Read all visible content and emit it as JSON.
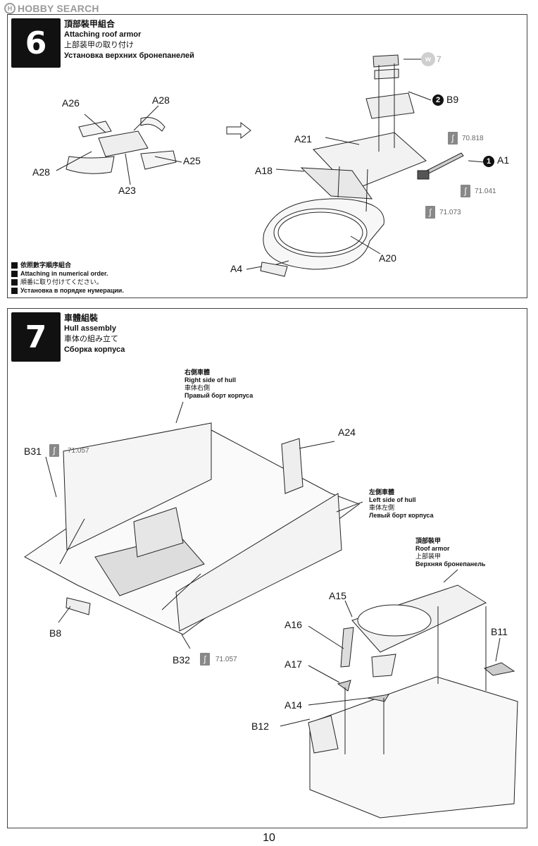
{
  "watermark": {
    "logo": "H",
    "text": "HOBBY SEARCH"
  },
  "step6": {
    "number": "6",
    "title_zh": "頂部裝甲組合",
    "title_en": "Attaching roof armor",
    "title_ja": "上部装甲の取り付け",
    "title_ru": "Установка верхних бронепанелей",
    "labels": {
      "a26": "A26",
      "a28_top": "A28",
      "a28_left": "A28",
      "a25": "A25",
      "a23": "A23",
      "a21": "A21",
      "a18": "A18",
      "a20": "A20",
      "a4": "A4",
      "a1": "A1",
      "b9": "B9"
    },
    "circled": {
      "one": "1",
      "two": "2"
    },
    "w7": {
      "letter": "w",
      "num": "7"
    },
    "paint_refs": {
      "r1": "70.818",
      "r2": "71.041",
      "r3": "71.073"
    },
    "notes": {
      "zh": "依照數字順序組合",
      "en": "Attaching in numerical order.",
      "ja": "順番に取り付けてください。",
      "ru": "Установка в порядке нумерации."
    }
  },
  "step7": {
    "number": "7",
    "title_zh": "車體組裝",
    "title_en": "Hull assembly",
    "title_ja": "車体の組み立て",
    "title_ru": "Сборка корпуса",
    "right_side": {
      "zh": "右側車體",
      "en": "Right side of hull",
      "ja": "車体右側",
      "ru": "Правый борт корпуса"
    },
    "left_side": {
      "zh": "左側車體",
      "en": "Left side of hull",
      "ja": "車体左側",
      "ru": "Левый борт корпуса"
    },
    "roof": {
      "zh": "頂部裝甲",
      "en": "Roof armor",
      "ja": "上部装甲",
      "ru": "Верхняя бронепанель"
    },
    "labels": {
      "b31": "B31",
      "a24": "A24",
      "b8": "B8",
      "b32": "B32",
      "a15": "A15",
      "a16": "A16",
      "a17": "A17",
      "a14": "A14",
      "b11": "B11",
      "b12": "B12"
    },
    "paint_refs": {
      "r1": "71.057",
      "r2": "71.057"
    }
  },
  "page_number": "10"
}
